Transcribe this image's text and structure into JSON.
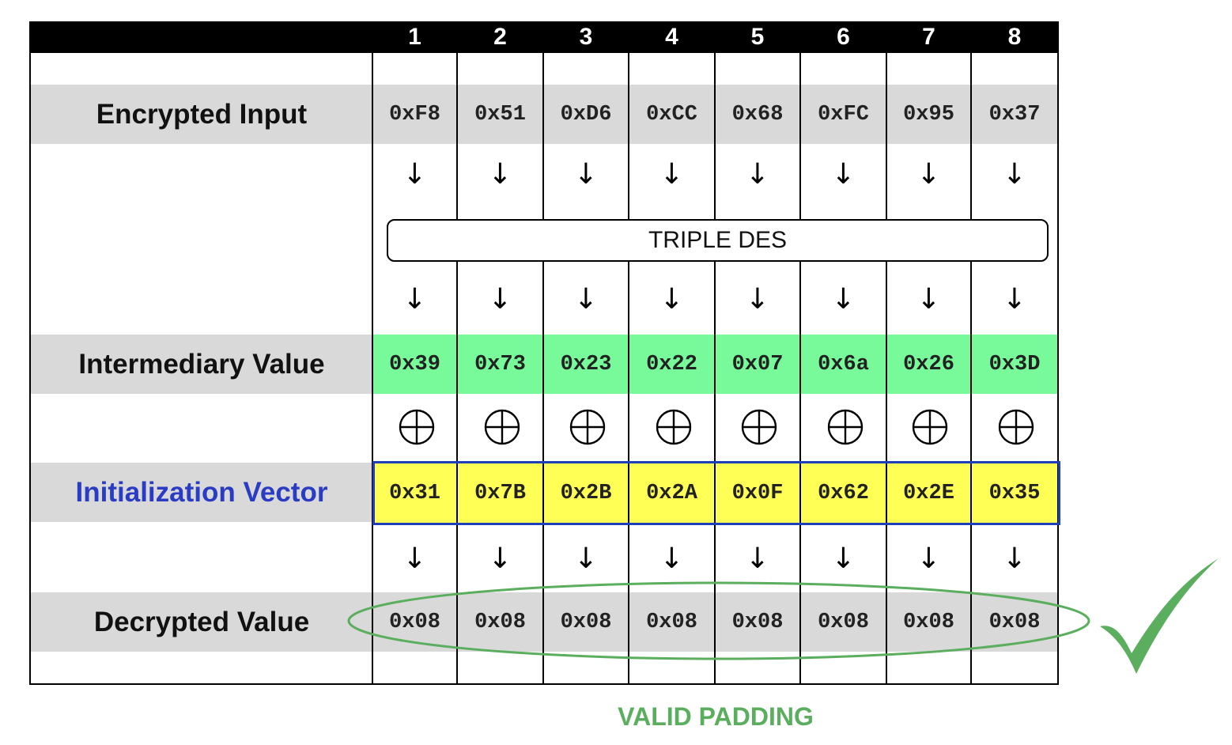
{
  "columns": [
    "1",
    "2",
    "3",
    "4",
    "5",
    "6",
    "7",
    "8"
  ],
  "cipher_label": "TRIPLE DES",
  "arrow_glyph": "↓",
  "xor_icon": "xor-circle-plus-icon",
  "rows": {
    "encrypted": {
      "label": "Encrypted Input",
      "values": [
        "0xF8",
        "0x51",
        "0xD6",
        "0xCC",
        "0x68",
        "0xFC",
        "0x95",
        "0x37"
      ]
    },
    "intermediary": {
      "label": "Intermediary Value",
      "values": [
        "0x39",
        "0x73",
        "0x23",
        "0x22",
        "0x07",
        "0x6a",
        "0x26",
        "0x3D"
      ]
    },
    "iv": {
      "label": "Initialization Vector",
      "values": [
        "0x31",
        "0x7B",
        "0x2B",
        "0x2A",
        "0x0F",
        "0x62",
        "0x2E",
        "0x35"
      ]
    },
    "decrypted": {
      "label": "Decrypted Value",
      "values": [
        "0x08",
        "0x08",
        "0x08",
        "0x08",
        "0x08",
        "0x08",
        "0x08",
        "0x08"
      ]
    }
  },
  "status": {
    "text": "VALID PADDING",
    "icon": "checkmark-icon"
  },
  "colors": {
    "intermediary_fill": "#78fa9a",
    "iv_fill": "#ffff55",
    "iv_outline": "#1f3fb8",
    "iv_label": "#2a3cc4",
    "row_band": "#d9d9d9",
    "valid": "#5aae5e"
  }
}
